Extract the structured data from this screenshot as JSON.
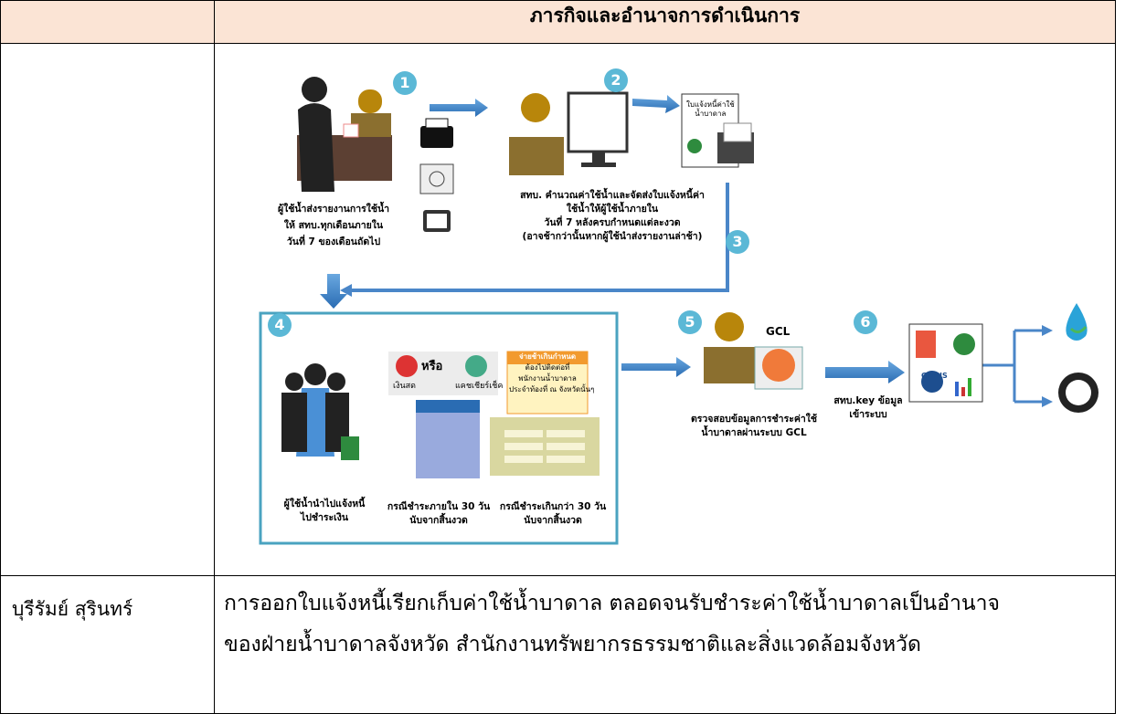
{
  "header": {
    "left": "",
    "title": "ภารกิจและอำนาจการดำเนินการ"
  },
  "diagram": {
    "steps": [
      "1",
      "2",
      "3",
      "4",
      "5",
      "6"
    ],
    "label_user_report": [
      "ผู้ใช้น้ำส่งรายงานการใช้น้ำ",
      "ให้ สทบ.ทุกเดือนภายใน",
      "วันที่ 7 ของเดือนถัดไป"
    ],
    "label_calc": [
      "สทบ. คำนวณค่าใช้น้ำและจัดส่งใบแจ้งหนี้ค่า",
      "ใช้น้ำให้ผู้ใช้น้ำภายใน",
      "วันที่ 7  หลังครบกำหนดแต่ละงวด",
      "(อาจช้ากว่านั้นหากผู้ใช้นำส่งรายงานล่าช้า)"
    ],
    "label_pay": [
      "ผู้ใช้น้ำนำไปแจ้งหนี้",
      "ไปชำระเงิน"
    ],
    "label_within30": [
      "กรณีชำระภายใน  30 วัน",
      "นับจากสิ้นงวด"
    ],
    "label_over30": [
      "กรณีชำระเกินกว่า 30 วัน",
      "นับจากสิ้นงวด"
    ],
    "label_check": [
      "ตรวจสอบข้อมูลการชำระค่าใช้",
      "น้ำบาดาลผ่านระบบ GCL"
    ],
    "label_key": [
      "สทบ.key ข้อมูล",
      "เข้าระบบ"
    ],
    "gcl": "GCL",
    "or_text": "หรือ",
    "cash": "เงินสด",
    "cheque": "แคชเชียร์เช็ค",
    "late_box": [
      "จ่ายช้าเกินกำหนด",
      "ต้องไปติดต่อที่",
      "พนักงานน้ำบาดาล",
      "ประจำท้องที่ ณ จังหวัดนั้นๆ"
    ],
    "invoice_text": [
      "ใบแจ้งหนี้ค่าใช้",
      "น้ำบาดาล"
    ],
    "gfmis": "GFMIS",
    "colors": {
      "arrow": "#3b7fc4",
      "step": "#5bb8d6",
      "frame": "#4aa3c0",
      "header_bg": "#fbe4d5"
    }
  },
  "row": {
    "province": "บุรีรัมย์ สุรินทร์",
    "text": [
      "การออกใบแจ้งหนี้เรียกเก็บค่าใช้น้ำบาดาล ตลอดจนรับชำระค่าใช้น้ำบาดาลเป็นอำนาจ",
      "ของฝ่ายน้ำบาดาลจังหวัด สำนักงานทรัพยากรธรรมชาติและสิ่งแวดล้อมจังหวัด"
    ]
  }
}
